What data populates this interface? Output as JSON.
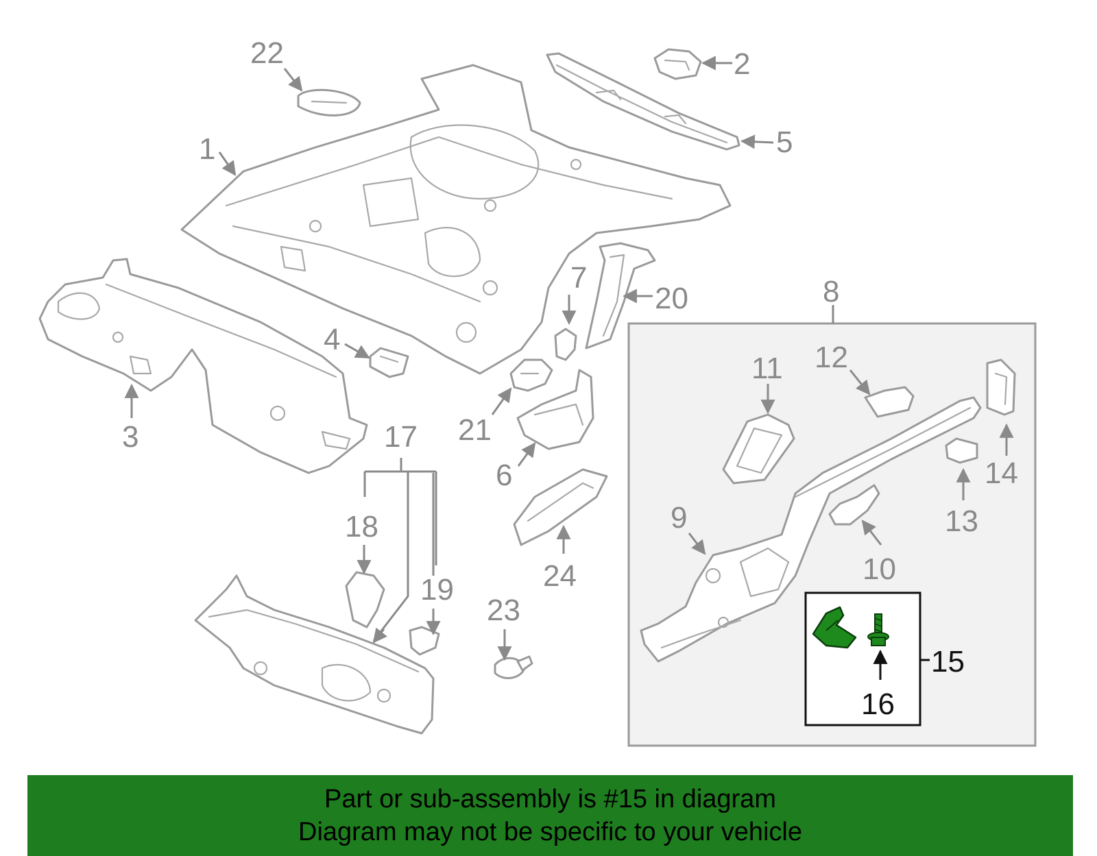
{
  "callouts": {
    "c1": "1",
    "c2": "2",
    "c3": "3",
    "c4": "4",
    "c5": "5",
    "c6": "6",
    "c7": "7",
    "c8": "8",
    "c9": "9",
    "c10": "10",
    "c11": "11",
    "c12": "12",
    "c13": "13",
    "c14": "14",
    "c15": "15",
    "c16": "16",
    "c17": "17",
    "c18": "18",
    "c19": "19",
    "c20": "20",
    "c21": "21",
    "c22": "22",
    "c23": "23",
    "c24": "24"
  },
  "colors": {
    "highlight_part": "#1e8a1e",
    "banner_background": "#1e7d1e",
    "part_stroke": "#9a9a9a",
    "callout_text": "#8a8a8a"
  },
  "banner": {
    "line1": "Part or sub-assembly is #15 in diagram",
    "line2": "Diagram may not be specific to your vehicle"
  }
}
